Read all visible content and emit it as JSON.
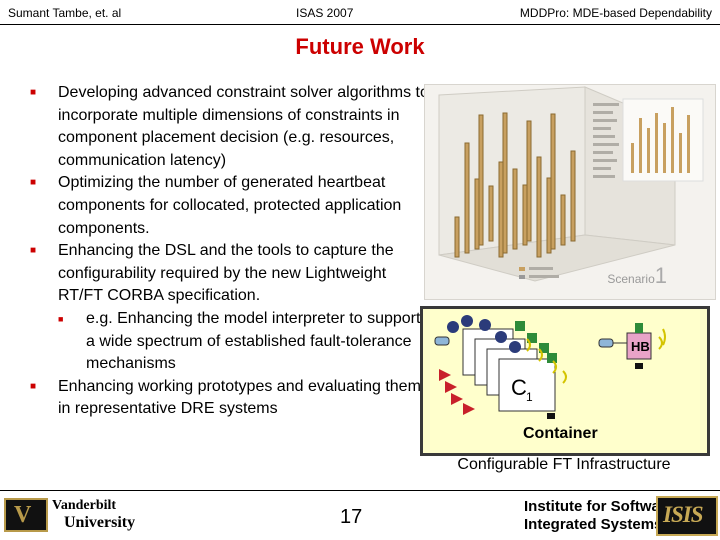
{
  "header": {
    "left": "Sumant Tambe, et. al",
    "center": "ISAS 2007",
    "right": "MDDPro: MDE-based Dependability"
  },
  "title": "Future Work",
  "bullets": [
    "Developing advanced constraint solver algorithms to incorporate multiple dimensions of constraints in component placement decision (e.g. resources, communication latency)",
    "Optimizing the number of generated heartbeat components for collocated, protected application components.",
    "Enhancing the DSL and the tools to capture the configurability required by the new Lightweight RT/FT CORBA specification.",
    "Enhancing working prototypes and evaluating them in representative DRE systems"
  ],
  "sub_bullet": "e.g. Enhancing the model interpreter to support a wide spectrum of established fault-tolerance mechanisms",
  "chart_tag": {
    "word": "Scenario",
    "number": "1"
  },
  "diagram": {
    "hb_label": "HB",
    "component_label": "C",
    "component_sub": "1",
    "container_label": "Container"
  },
  "caption": "Configurable FT Infrastructure",
  "footer": {
    "vandy_line1": "Vanderbilt",
    "vandy_line2": "University",
    "vandy_mark": "V",
    "page_number": "17",
    "isis_line1": "Institute for Software",
    "isis_line2": "Integrated Systems",
    "isis_mark": "ISIS"
  },
  "colors": {
    "title": "#cc0000",
    "bullet": "#cc0000",
    "diagram_bg": "#ffffcc",
    "chart_bars": "#c8a060"
  }
}
